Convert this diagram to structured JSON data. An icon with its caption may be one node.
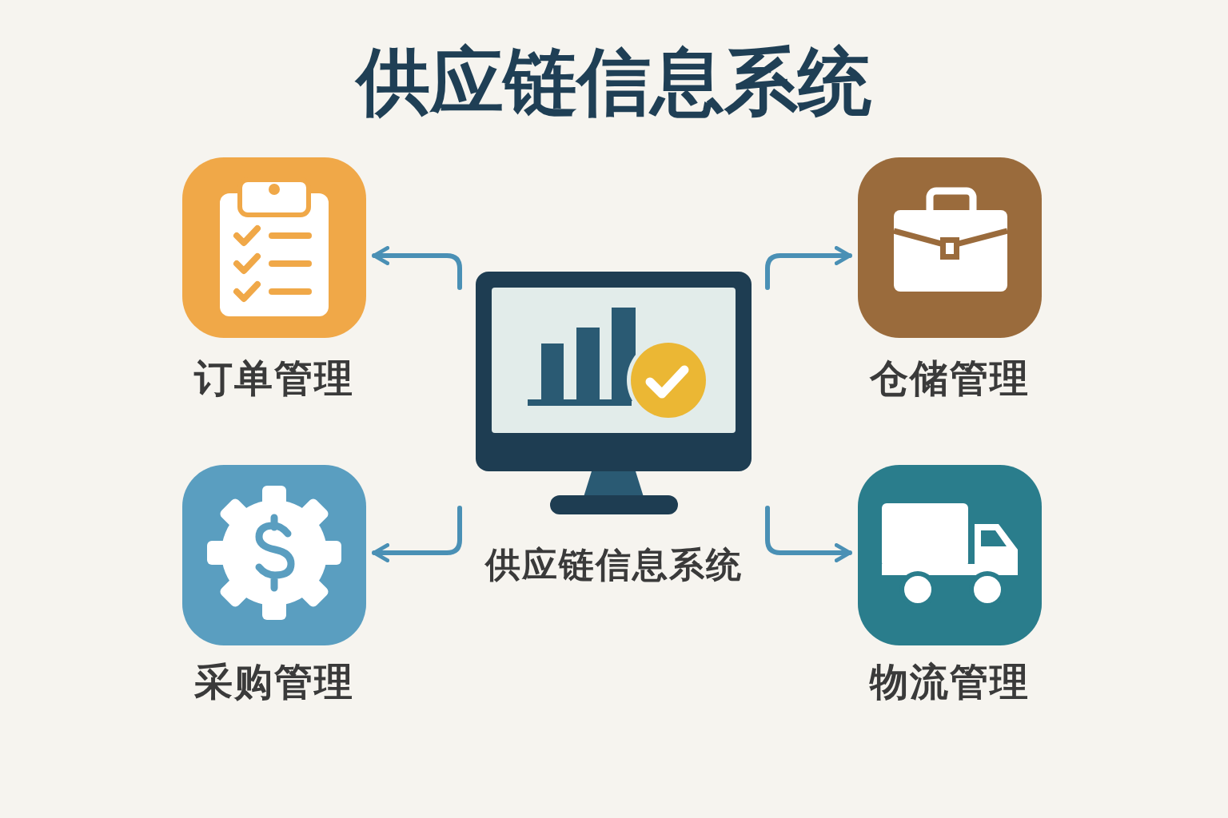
{
  "diagram": {
    "title": "供应链信息系统",
    "nodes": [
      {
        "text": [
          "供应链信息系统"
        ]
      },
      {
        "text": [
          "订单管理"
        ]
      },
      {
        "text": [
          "仓储管理"
        ]
      },
      {
        "text": [
          "采购管理"
        ]
      },
      {
        "text": [
          "物流管理"
        ]
      }
    ],
    "edges": [
      {
        "from": 0,
        "to": 1,
        "arrow": "to"
      },
      {
        "from": 0,
        "to": 2,
        "arrow": "to"
      },
      {
        "from": 0,
        "to": 3,
        "arrow": "to"
      },
      {
        "from": 0,
        "to": 4,
        "arrow": "to"
      }
    ]
  }
}
